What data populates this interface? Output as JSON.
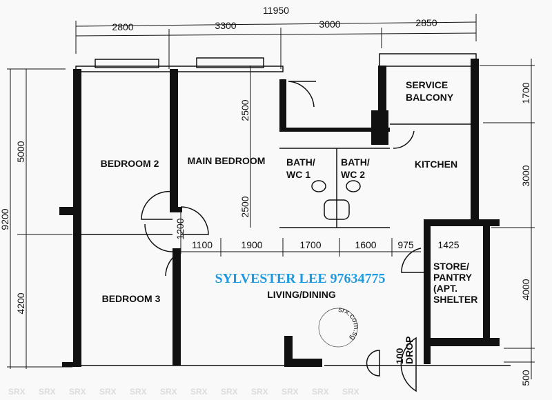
{
  "dimensions": {
    "overall_width": "11950",
    "top": [
      "2800",
      "3300",
      "3000",
      "2850"
    ],
    "middle": [
      "1100",
      "1900",
      "1700",
      "1600",
      "975",
      "1425"
    ],
    "left_overall": "9200",
    "left": [
      "5000",
      "4200"
    ],
    "inner_vertical": [
      "2500",
      "2500",
      "1200"
    ],
    "right": [
      "1700",
      "3000",
      "4000",
      "500"
    ]
  },
  "rooms": {
    "bedroom2": "BEDROOM 2",
    "main_bedroom": "MAIN BEDROOM",
    "bath1_line1": "BATH/",
    "bath1_line2": "WC 1",
    "bath2_line1": "BATH/",
    "bath2_line2": "WC 2",
    "kitchen": "KITCHEN",
    "service_line1": "SERVICE",
    "service_line2": "BALCONY",
    "bedroom3": "BEDROOM 3",
    "living": "LIVING/DINING",
    "store_line1": "STORE/",
    "store_line2": "PANTRY",
    "store_line3": "(APT.",
    "store_line4": "SHELTER",
    "drop_line1": "100",
    "drop_line2": "DROP"
  },
  "watermark": {
    "agent": "SYLVESTER LEE 97634775",
    "stamp": "srx.com.sg",
    "tile": "SRX",
    "color": "#1e9be0"
  }
}
